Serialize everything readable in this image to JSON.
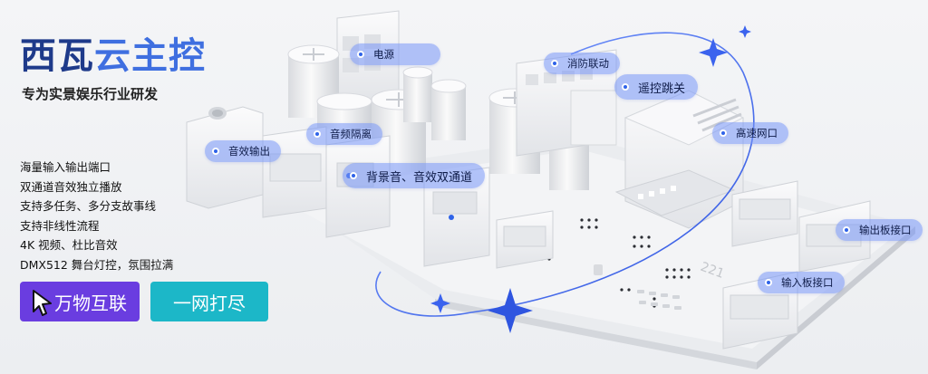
{
  "brand": {
    "part1": "西瓦",
    "part2": "云主控"
  },
  "subtitle": "专为实景娱乐行业研发",
  "features": [
    "海量输入输出端口",
    "双通道音效独立播放",
    "支持多任务、多分支故事线",
    "支持非线性流程",
    "4K 视频、杜比音效",
    "DMX512 舞台灯控，氛围拉满"
  ],
  "buttons": {
    "primary": "万物互联",
    "secondary": "一网打尽"
  },
  "tags": {
    "power": "电源",
    "fire": "消防联动",
    "remote": "遥控跳关",
    "audio_out": "音效输出",
    "audio_iso": "音频隔离",
    "bgm": "背景音、音效双通道",
    "network": "高速网口",
    "output_board": "输出板接口",
    "input_board": "输入板接口"
  },
  "board": {
    "silkscreen": "221"
  },
  "colors": {
    "brand_dark": "#1e3a8a",
    "brand_light": "#3f6fe0",
    "primary_btn": "#6a3de0",
    "secondary_btn": "#1cb7c8",
    "tag_dot": "#2f63e8"
  }
}
